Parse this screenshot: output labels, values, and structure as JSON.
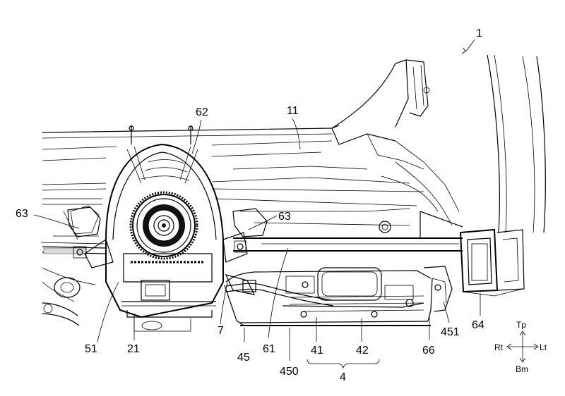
{
  "figure": {
    "ref_main": "1",
    "labels": {
      "l62": "62",
      "l11": "11",
      "l63a": "63",
      "l63b": "63",
      "l51": "51",
      "l21": "21",
      "l7": "7",
      "l45": "45",
      "l450": "450",
      "l61": "61",
      "l41": "41",
      "l42": "42",
      "l4": "4",
      "l66": "66",
      "l451": "451",
      "l64": "64"
    },
    "directions": {
      "top": "Tp",
      "bottom": "Bm",
      "right": "Rt",
      "left": "Lt"
    }
  }
}
